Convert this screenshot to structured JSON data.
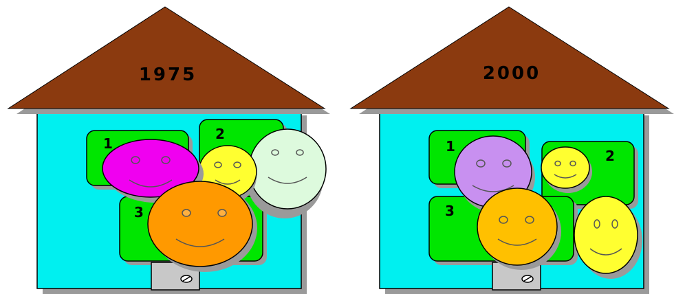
{
  "colors": {
    "roof": "#8B3A0F",
    "wall": "#00F0F0",
    "room": "#00E600",
    "door": "#C8C8C8",
    "shadow": "#9A9A9A",
    "outline": "#000000"
  },
  "houses": [
    {
      "year": "1975",
      "rooms": [
        {
          "number": "1"
        },
        {
          "number": "2"
        },
        {
          "number": "3"
        }
      ],
      "faces": [
        {
          "color": "#F000F0"
        },
        {
          "color": "#FFFF30"
        },
        {
          "color": "#DDFADD"
        },
        {
          "color": "#FF9900"
        }
      ]
    },
    {
      "year": "2000",
      "rooms": [
        {
          "number": "1"
        },
        {
          "number": "2"
        },
        {
          "number": "3"
        }
      ],
      "faces": [
        {
          "color": "#C890F0"
        },
        {
          "color": "#FFFF30"
        },
        {
          "color": "#FFC000"
        },
        {
          "color": "#FFFF30"
        }
      ]
    }
  ]
}
